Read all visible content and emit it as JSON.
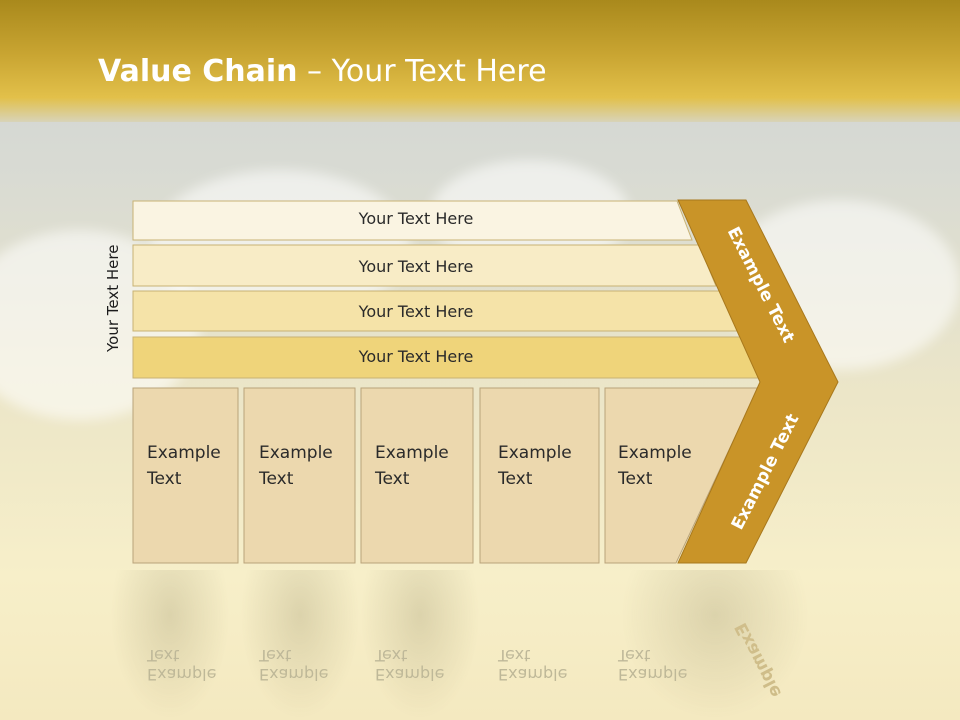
{
  "header": {
    "title_bold": "Value Chain",
    "title_rest": " – Your Text Here"
  },
  "side_label": "Your Text Here",
  "rows": [
    {
      "label": "Your Text Here"
    },
    {
      "label": "Your Text Here"
    },
    {
      "label": "Your Text Here"
    },
    {
      "label": "Your Text Here"
    }
  ],
  "cards": [
    {
      "line1": "Example",
      "line2": "Text"
    },
    {
      "line1": "Example",
      "line2": "Text"
    },
    {
      "line1": "Example",
      "line2": "Text"
    },
    {
      "line1": "Example",
      "line2": "Text"
    },
    {
      "line1": "Example",
      "line2": "Text"
    }
  ],
  "arrow": {
    "upper_label": "Example Text",
    "lower_label": "Example Text"
  },
  "reflection": {
    "cards": [
      "Example Text",
      "Example Text",
      "Example Text",
      "Example Text",
      "Example Text"
    ],
    "arrow_label": "Example"
  },
  "colors": {
    "header": "#c9a532",
    "arrow": "#c99428",
    "row1": "#faf4e2",
    "row2": "#f8ecc6",
    "row3": "#f5e3a8",
    "row4": "#efd47a",
    "card": "#ecd8ae"
  }
}
